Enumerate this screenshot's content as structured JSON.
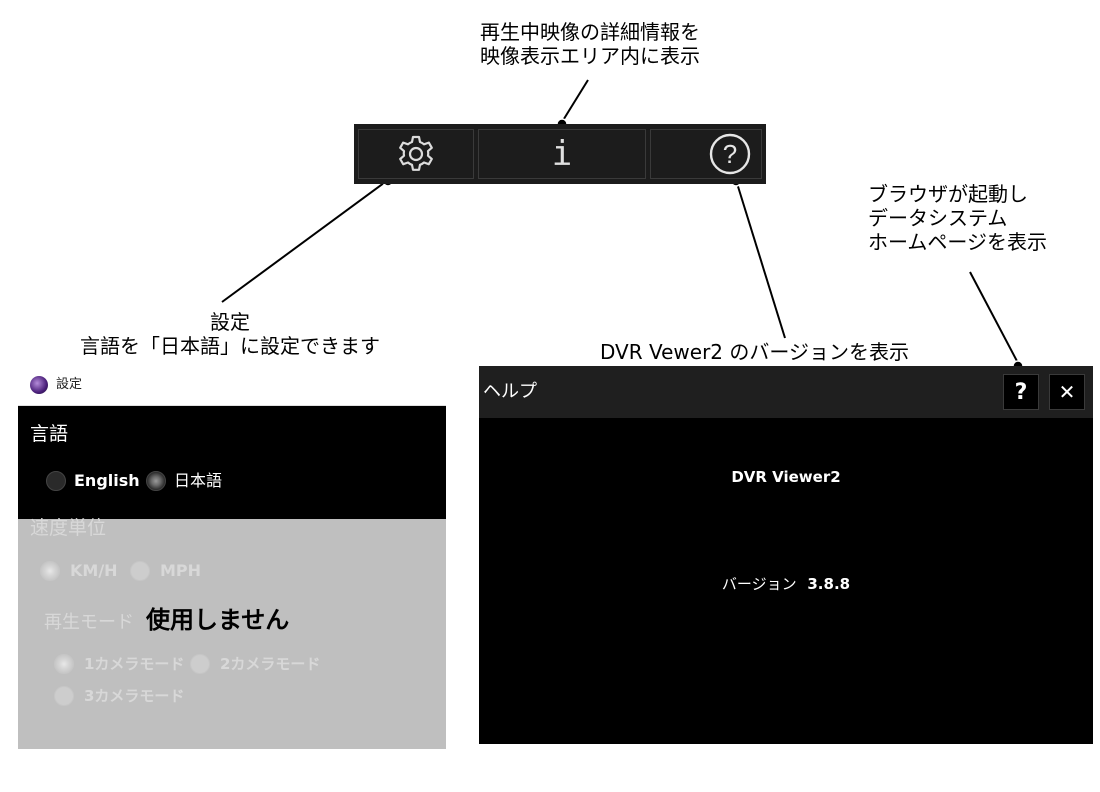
{
  "annotations": {
    "info": [
      "再生中映像の詳細情報を",
      "映像表示エリア内に表示"
    ],
    "settings": [
      "設定",
      "言語を「日本語」に設定できます"
    ],
    "browser": [
      "ブラウザが起動し",
      "データシステム",
      "ホームページを表示"
    ],
    "version": "DVR Vewer2 のバージョンを表示"
  },
  "toolbar": {
    "settings_icon": "gear-icon",
    "info_icon": "info-icon",
    "info_label": "i",
    "help_icon": "help-circle-icon",
    "help_label": "?"
  },
  "settings_window": {
    "title": "設定",
    "language_heading": "言語",
    "language_options": [
      {
        "label": "English",
        "selected": false
      },
      {
        "label": "日本語",
        "selected": true
      }
    ],
    "speed_heading": "速度単位",
    "speed_options": [
      {
        "label": "KM/H",
        "selected": true
      },
      {
        "label": "MPH",
        "selected": false
      }
    ],
    "playback_heading": "再生モード",
    "playback_note": "使用しません",
    "playback_options": [
      {
        "label": "1カメラモード",
        "selected": true
      },
      {
        "label": "2カメラモード",
        "selected": false
      },
      {
        "label": "3カメラモード",
        "selected": false
      }
    ]
  },
  "help_window": {
    "title": "ヘルプ",
    "help_button": "?",
    "close_button": "✕",
    "app_name": "DVR Viewer2",
    "version_label": "バージョン",
    "version_number": "3.8.8"
  },
  "colors": {
    "toolbar_bg": "#1c1c1c",
    "dark_panel": "#000000",
    "disabled_panel": "#bfbfbf"
  }
}
